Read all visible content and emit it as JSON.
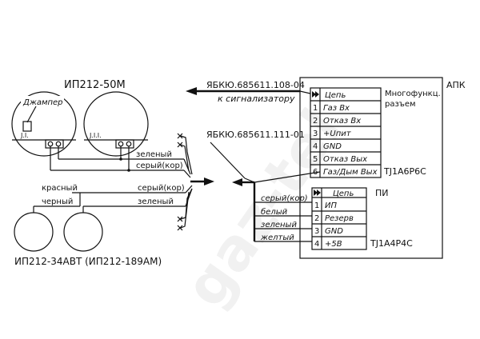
{
  "detectors_top": {
    "title": "ИП212-50М",
    "jumper_label": "Джампер",
    "jumper_mark_left": "J.I.",
    "jumper_mark_right": "J.I.I."
  },
  "detectors_bottom": {
    "title": "ИП212-34АВТ (ИП212-189АМ)"
  },
  "left_wires": {
    "top_green": "зеленый",
    "top_grey": "серый(кор)",
    "bottom_red": "красный",
    "bottom_black": "черный",
    "bottom_grey": "серый(кор)",
    "bottom_green": "зеленый"
  },
  "cable_signal": {
    "code": "ЯБКЮ.685611.108-04",
    "dest": "к сигнализатору"
  },
  "cable_main": {
    "code": "ЯБКЮ.685611.111-01"
  },
  "apk": {
    "title": "АПК",
    "connector_desc_1": "Многофункц.",
    "connector_desc_2": "разъем",
    "header": "Цепь",
    "pins": [
      {
        "num": "1",
        "name": "Газ Вх"
      },
      {
        "num": "2",
        "name": "Отказ Вх"
      },
      {
        "num": "3",
        "name": "+Uпит"
      },
      {
        "num": "4",
        "name": "GND"
      },
      {
        "num": "5",
        "name": "Отказ Вых"
      },
      {
        "num": "6",
        "name": "Газ/Дым Вых"
      }
    ],
    "connector_code": "TJ1A6P6C"
  },
  "pi": {
    "title": "ПИ",
    "header": "Цепь",
    "pins": [
      {
        "num": "1",
        "name": "ИП",
        "wire": "серый(кор)"
      },
      {
        "num": "2",
        "name": "Резерв",
        "wire": "белый"
      },
      {
        "num": "3",
        "name": "GND",
        "wire": "зеленый"
      },
      {
        "num": "4",
        "name": "+5В",
        "wire": "желтый"
      }
    ],
    "connector_code": "TJ1A4P4C"
  },
  "watermark": "gaz-tel"
}
